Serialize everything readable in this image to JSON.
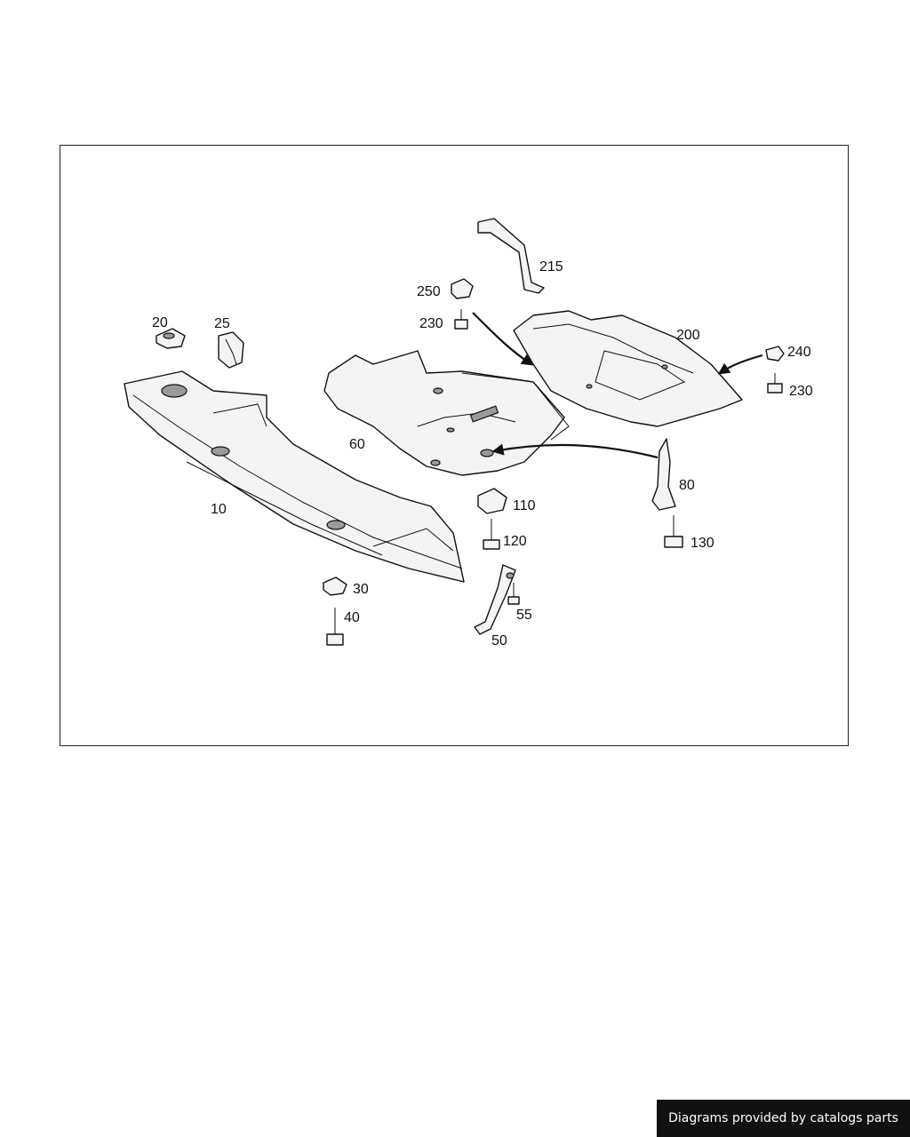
{
  "diagram": {
    "callouts": {
      "p10": "10",
      "p20": "20",
      "p25": "25",
      "p30": "30",
      "p40": "40",
      "p50": "50",
      "p55": "55",
      "p60": "60",
      "p80": "80",
      "p110": "110",
      "p120": "120",
      "p130": "130",
      "p200": "200",
      "p215": "215",
      "p230a": "230",
      "p230b": "230",
      "p240": "240",
      "p250": "250"
    }
  },
  "footer": {
    "credit": "Diagrams provided by catalogs parts"
  }
}
